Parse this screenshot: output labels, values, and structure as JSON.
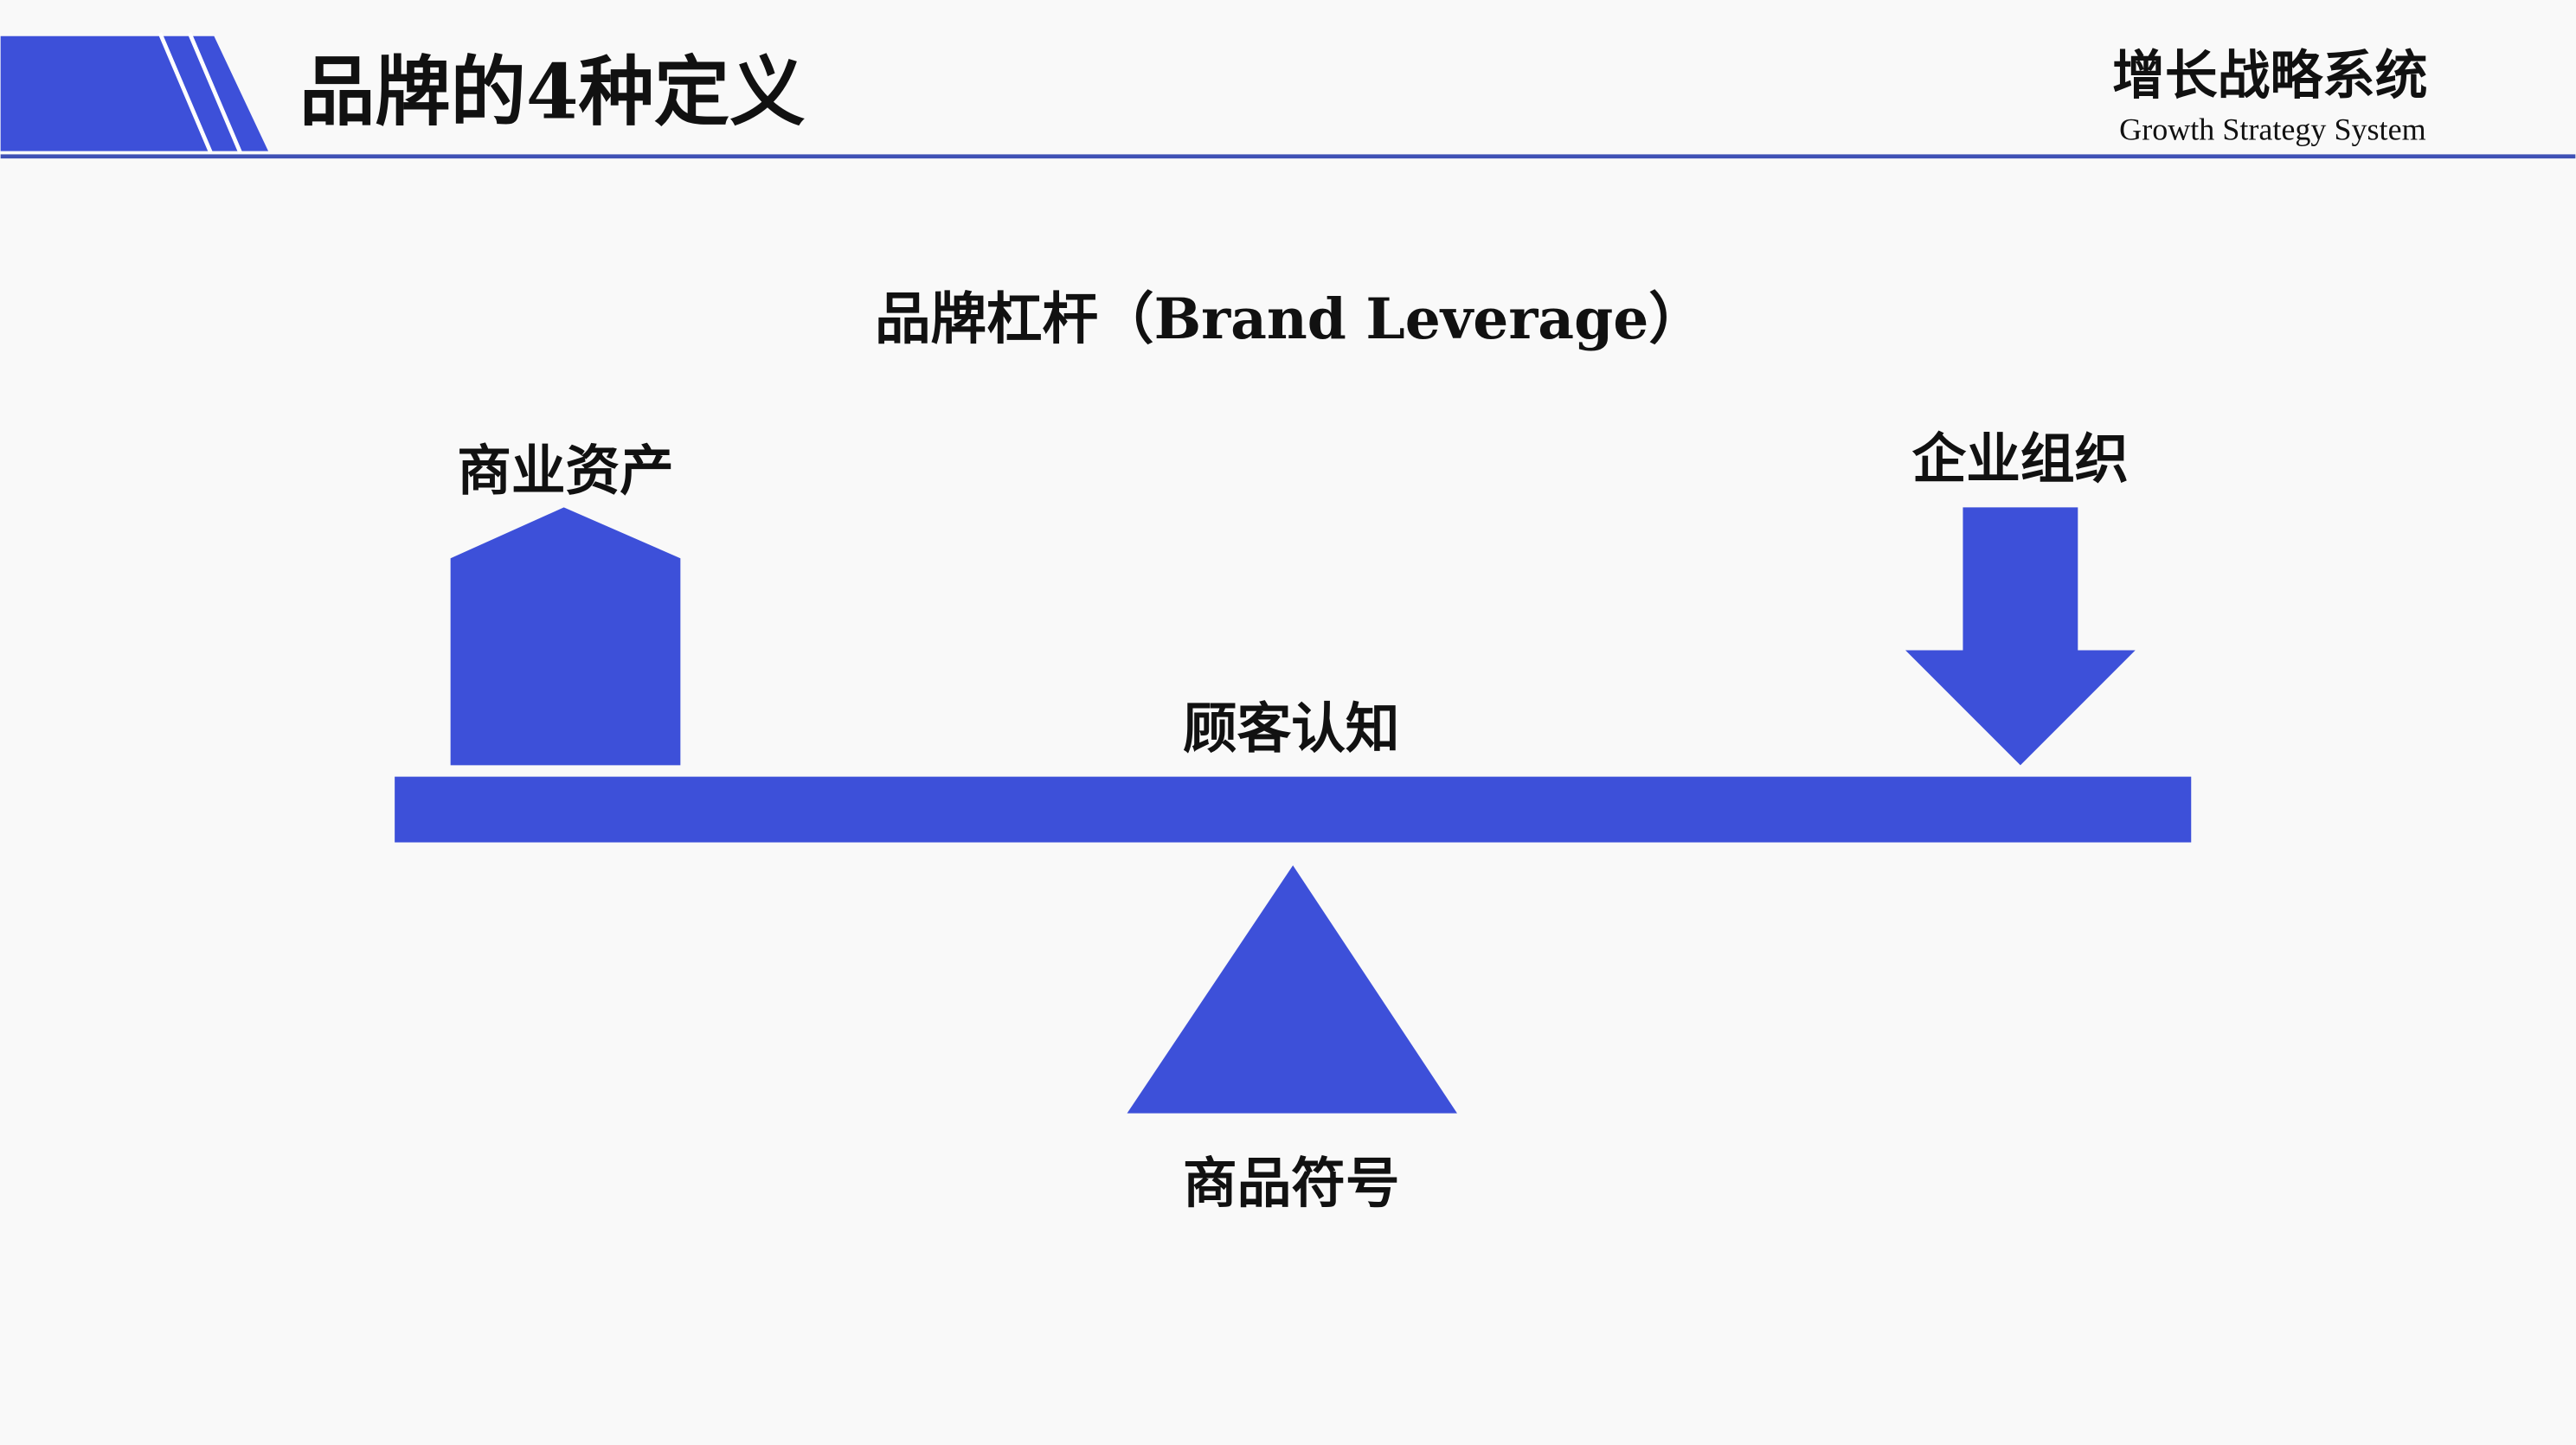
{
  "header": {
    "title": "品牌的4种定义",
    "brand_cn": "增长战略系统",
    "brand_en": "Growth Strategy System"
  },
  "diagram": {
    "title": "品牌杠杆（Brand Leverage）",
    "left_weight_label": "商业资产",
    "right_force_label": "企业组织",
    "beam_label": "顾客认知",
    "fulcrum_label": "商品符号"
  },
  "colors": {
    "accent": "#3d50d9",
    "rule": "#3f51b5",
    "background": "#f9f9f9"
  }
}
